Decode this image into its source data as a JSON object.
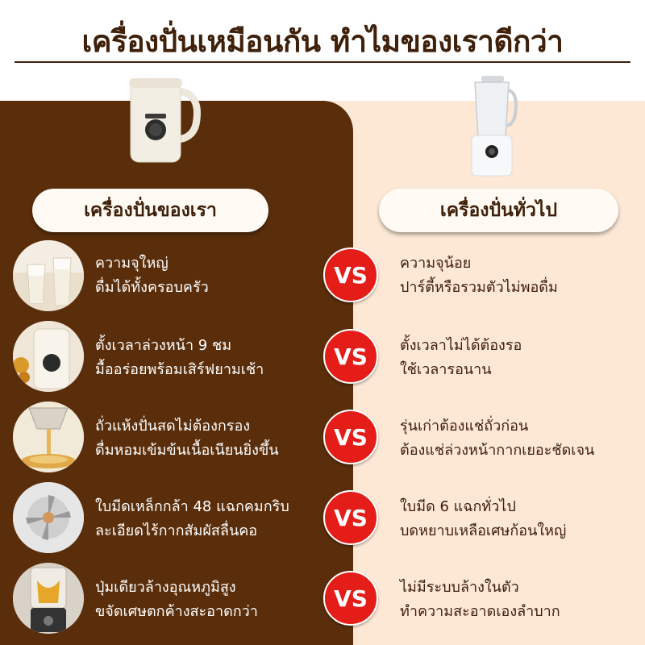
{
  "headline": "เครื่องปั่นเหมือนกัน ทำไมของเราดีกว่า",
  "left_column": {
    "label": "เครื่องปั่นของเรา"
  },
  "right_column": {
    "label": "เครื่องปั่นทั่วไป"
  },
  "vs_label": "VS",
  "rows": [
    {
      "thumb_icon": "milk-glasses-photo",
      "ours": [
        "ความจุใหญ่",
        "ดื่มได้ทั้งครอบครัว"
      ],
      "theirs": [
        "ความจุน้อย",
        "ปาร์ตี้หรือรวมตัวไม่พอดื่ม"
      ]
    },
    {
      "thumb_icon": "timer-blender-photo",
      "ours": [
        "ตั้งเวลาล่วงหน้า 9 ชม",
        "มื้ออร่อยพร้อมเสิร์ฟยามเช้า"
      ],
      "theirs": [
        "ตั้งเวลาไม่ได้ต้องรอ",
        "ใช้เวลารอนาน"
      ]
    },
    {
      "thumb_icon": "pouring-soymilk-photo",
      "ours": [
        "ถั่วแห้งปั่นสดไม่ต้องกรอง",
        "ดื่มหอมเข้มข้นเนื้อเนียนยิ่งขึ้น"
      ],
      "theirs": [
        "รุ่นเก่าต้องแช่ถั่วก่อน",
        "ต้องแช่ล่วงหน้ากากเยอะชัดเจน"
      ]
    },
    {
      "thumb_icon": "steel-blade-photo",
      "ours": [
        "ใบมีดเหล็กกล้า 48 แฉกคมกริบ",
        "ละเอียดไร้กากสัมผัสลื่นคอ"
      ],
      "theirs": [
        "ใบมีด 6 แฉกทั่วไป",
        "บดหยาบเหลือเศษก้อนใหญ่"
      ]
    },
    {
      "thumb_icon": "self-clean-blender-photo",
      "ours": [
        "ปุ่มเดียวล้างอุณหภูมิสูง",
        "ขจัดเศษตกค้างสะอาดกว่า"
      ],
      "theirs": [
        "ไม่มีระบบล้างในตัว",
        "ทำความสะอาดเองลำบาก"
      ]
    }
  ],
  "colors": {
    "brown": "#5a2e0b",
    "peach": "#fce8d5",
    "vs_red": "#e41d19",
    "title_brown": "#3f200a"
  }
}
